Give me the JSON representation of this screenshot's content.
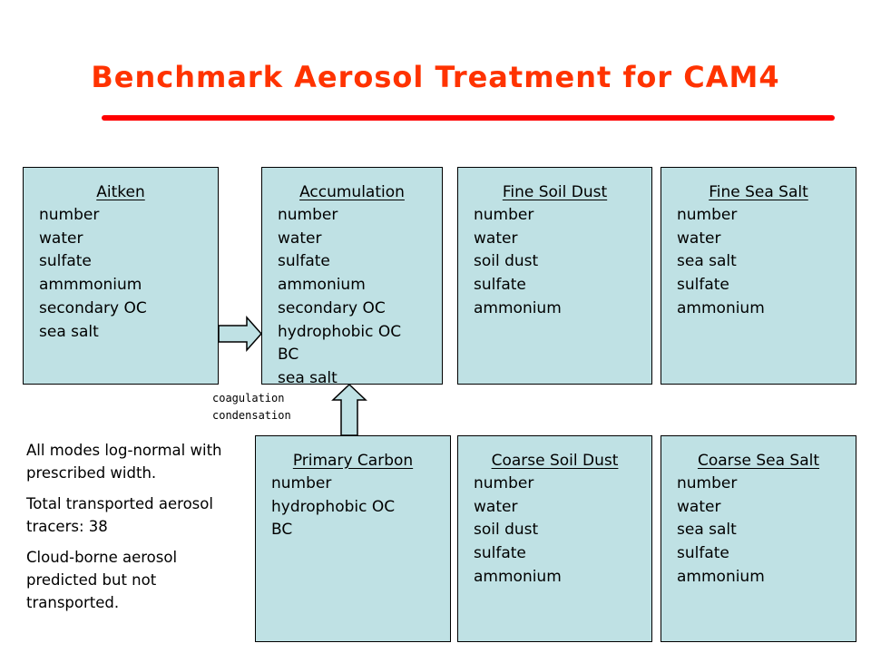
{
  "title": "Benchmark Aerosol Treatment for CAM4",
  "modes": {
    "aitken": {
      "name": "Aitken",
      "species": [
        "number",
        "water",
        "sulfate",
        "ammmonium",
        "secondary OC",
        "sea salt"
      ]
    },
    "accumulation": {
      "name": "Accumulation",
      "species": [
        "number",
        "water",
        "sulfate",
        "ammonium",
        "secondary OC",
        "hydrophobic OC",
        "BC",
        "sea salt"
      ]
    },
    "fine_soil_dust": {
      "name": "Fine Soil Dust",
      "species": [
        "number",
        "water",
        "soil dust",
        "sulfate",
        "ammonium"
      ]
    },
    "fine_sea_salt": {
      "name": "Fine Sea Salt",
      "species": [
        "number",
        "water",
        "sea salt",
        "sulfate",
        "ammonium"
      ]
    },
    "primary_carbon": {
      "name": "Primary Carbon",
      "species": [
        "number",
        "hydrophobic OC",
        "BC"
      ]
    },
    "coarse_soil_dust": {
      "name": "Coarse Soil Dust",
      "species": [
        "number",
        "water",
        "soil dust",
        "sulfate",
        "ammonium"
      ]
    },
    "coarse_sea_salt": {
      "name": "Coarse Sea Salt",
      "species": [
        "number",
        "water",
        "sea salt",
        "sulfate",
        "ammonium"
      ]
    }
  },
  "process_labels": [
    "coagulation",
    "condensation"
  ],
  "notes": [
    "All modes log-normal with prescribed width.",
    "Total transported aerosol tracers: 38",
    "Cloud-borne aerosol predicted but not transported."
  ],
  "colors": {
    "title": "#ff3300",
    "title_rule": "#ff0000",
    "box_fill": "#bfe1e4",
    "box_border": "#000000"
  }
}
